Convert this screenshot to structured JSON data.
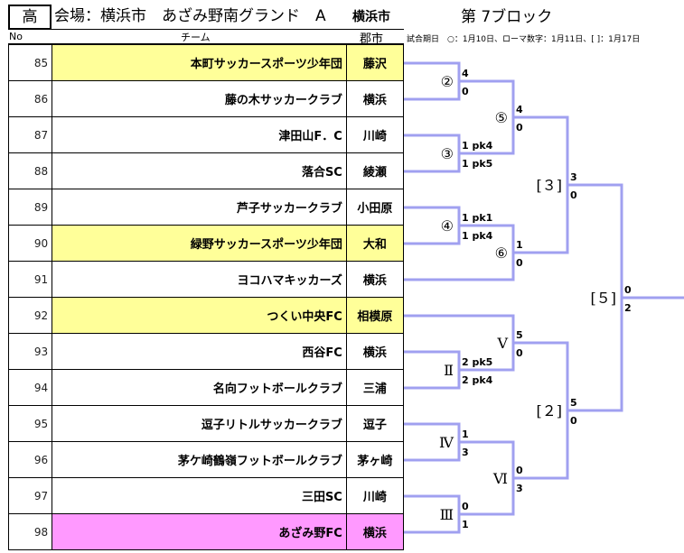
{
  "header": {
    "grade": "高",
    "venue": "会場：横浜市　あざみ野南グランド　A",
    "venue_city": "横浜市",
    "block": "第 7ブロック",
    "col_no": "No",
    "col_team": "チーム",
    "col_city": "郡市",
    "schedule_note": "試合期日　○：1月10日、ローマ数字：1月11日、[ ]：1月17日"
  },
  "colors": {
    "bracket_line": "#a0a0f0",
    "highlight_yellow": "#ffff99",
    "highlight_pink": "#ff99ff"
  },
  "teams": [
    {
      "no": "85",
      "name": "本町サッカースポーツ少年団",
      "city": "藤沢",
      "highlight": "yellow"
    },
    {
      "no": "86",
      "name": "藤の木サッカークラブ",
      "city": "横浜",
      "highlight": "none"
    },
    {
      "no": "87",
      "name": "津田山F．C",
      "city": "川崎",
      "highlight": "none"
    },
    {
      "no": "88",
      "name": "落合SC",
      "city": "綾瀬",
      "highlight": "none"
    },
    {
      "no": "89",
      "name": "芦子サッカークラブ",
      "city": "小田原",
      "highlight": "none"
    },
    {
      "no": "90",
      "name": "緑野サッカースポーツ少年団",
      "city": "大和",
      "highlight": "yellow"
    },
    {
      "no": "91",
      "name": "ヨコハマキッカーズ",
      "city": "横浜",
      "highlight": "none"
    },
    {
      "no": "92",
      "name": "つくい中央FC",
      "city": "相模原",
      "highlight": "yellow"
    },
    {
      "no": "93",
      "name": "西谷FC",
      "city": "横浜",
      "highlight": "none"
    },
    {
      "no": "94",
      "name": "名向フットボールクラブ",
      "city": "三浦",
      "highlight": "none"
    },
    {
      "no": "95",
      "name": "逗子リトルサッカークラブ",
      "city": "逗子",
      "highlight": "none"
    },
    {
      "no": "96",
      "name": "茅ケ崎鶴嶺フットボールクラブ",
      "city": "茅ヶ崎",
      "highlight": "none"
    },
    {
      "no": "97",
      "name": "三田SC",
      "city": "川崎",
      "highlight": "none"
    },
    {
      "no": "98",
      "name": "あざみ野FC",
      "city": "横浜",
      "highlight": "pink"
    }
  ],
  "matches": [
    {
      "id": "m2",
      "label": "②",
      "top_score": "4",
      "bottom_score": "0"
    },
    {
      "id": "m3",
      "label": "③",
      "top_score": "1 pk4",
      "bottom_score": "1 pk5"
    },
    {
      "id": "m5",
      "label": "⑤",
      "top_score": "4",
      "bottom_score": "0"
    },
    {
      "id": "m4",
      "label": "④",
      "top_score": "1 pk1",
      "bottom_score": "1 pk4"
    },
    {
      "id": "m6",
      "label": "⑥",
      "top_score": "1",
      "bottom_score": "0"
    },
    {
      "id": "b3",
      "label": "[３]",
      "top_score": "3",
      "bottom_score": "0"
    },
    {
      "id": "rV",
      "label": "Ⅴ",
      "top_score": "5",
      "bottom_score": "0"
    },
    {
      "id": "rII",
      "label": "Ⅱ",
      "top_score": "2 pk5",
      "bottom_score": "2 pk4"
    },
    {
      "id": "b2",
      "label": "[２]",
      "top_score": "5",
      "bottom_score": "0"
    },
    {
      "id": "rIV",
      "label": "Ⅳ",
      "top_score": "1",
      "bottom_score": "3"
    },
    {
      "id": "rIII",
      "label": "Ⅲ",
      "top_score": "0",
      "bottom_score": "1"
    },
    {
      "id": "rVI",
      "label": "Ⅵ",
      "top_score": "0",
      "bottom_score": "3"
    },
    {
      "id": "b5",
      "label": "[５]",
      "top_score": "0",
      "bottom_score": "2"
    }
  ]
}
